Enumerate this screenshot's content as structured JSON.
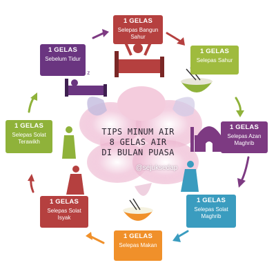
{
  "center": {
    "line1": "TIPS MINUM AIR",
    "line2": "8 GELAS AIR",
    "line3": "DI BULAN PUASA"
  },
  "watermark": "@sejuksedap",
  "cards": [
    {
      "amount": "1 GELAS",
      "when": "Selepas Bangun Sahur",
      "color": "#b5403f"
    },
    {
      "amount": "1 GELAS",
      "when": "Selepas Sahur",
      "color": "#9fbb3e"
    },
    {
      "amount": "1 GELAS",
      "when": "Selepas Azan Maghrib",
      "color": "#7d3a82"
    },
    {
      "amount": "1 GELAS",
      "when": "Selepas Solat Maghrib",
      "color": "#3a9cbf"
    },
    {
      "amount": "1 GELAS",
      "when": "Selepas Makan",
      "color": "#f0902a"
    },
    {
      "amount": "1 GELAS",
      "when": "Selepas Solat Isyak",
      "color": "#b5403f"
    },
    {
      "amount": "1 GELAS",
      "when": "Selepas Solat Terawikh",
      "color": "#8fb23a"
    },
    {
      "amount": "1 GELAS",
      "when": "Sebelum Tidur",
      "color": "#6a3580"
    }
  ]
}
